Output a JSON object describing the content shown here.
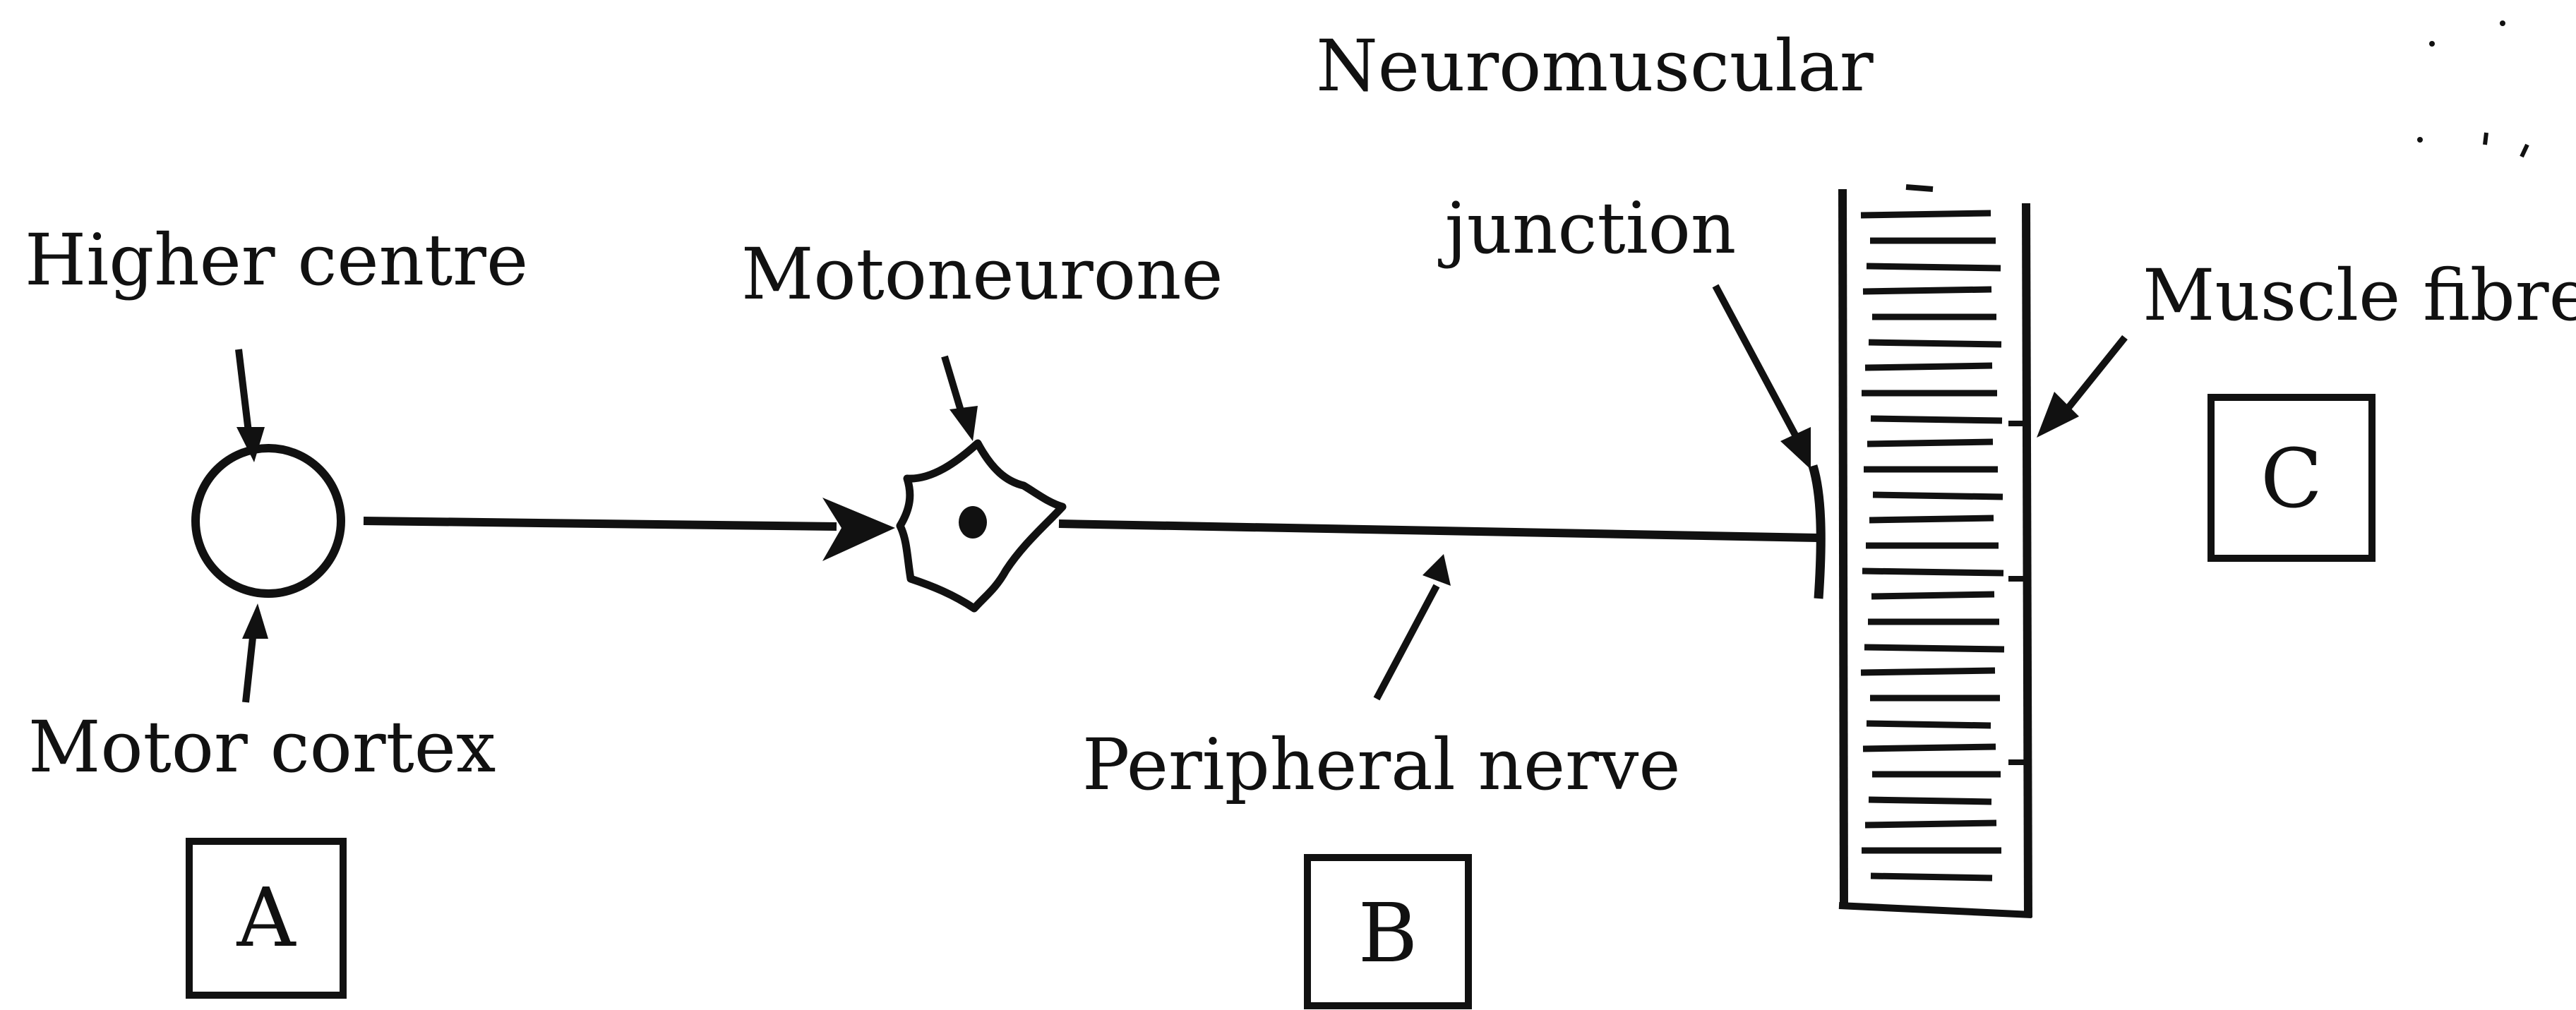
{
  "labels": {
    "higher_centre": "Higher centre",
    "motor_cortex": "Motor cortex",
    "motoneurone": "Motoneurone",
    "neuromuscular": "Neuromuscular",
    "junction": "junction",
    "peripheral_nerve": "Peripheral nerve",
    "muscle_fibre": "Muscle fibre"
  },
  "boxes": {
    "a": "A",
    "b": "B",
    "c": "C"
  },
  "colors": {
    "ink": "#111111",
    "background": "#ffffff"
  }
}
